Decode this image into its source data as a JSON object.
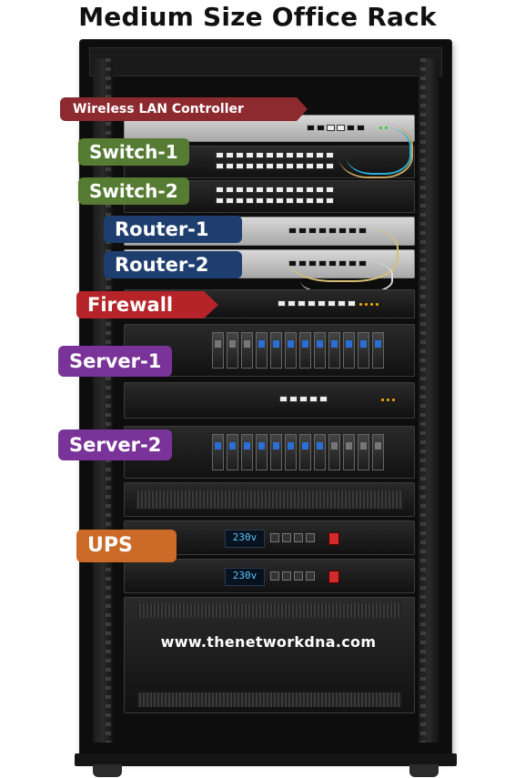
{
  "title": "Medium Size Office Rack",
  "labels": {
    "wireless_lan_controller": "Wireless LAN Controller",
    "switch_1": "Switch-1",
    "switch_2": "Switch-2",
    "router_1": "Router-1",
    "router_2": "Router-2",
    "firewall": "Firewall",
    "server_1": "Server-1",
    "server_2": "Server-2",
    "ups": "UPS"
  },
  "ups_units": [
    {
      "display": "230v"
    },
    {
      "display": "230v"
    }
  ],
  "website": "www.thenetworkdna.com",
  "colors": {
    "wlc": "#8c2a2f",
    "switch": "#567b33",
    "router": "#1d3e6e",
    "firewall": "#b52429",
    "server": "#7a3399",
    "ups": "#cc6a28"
  }
}
